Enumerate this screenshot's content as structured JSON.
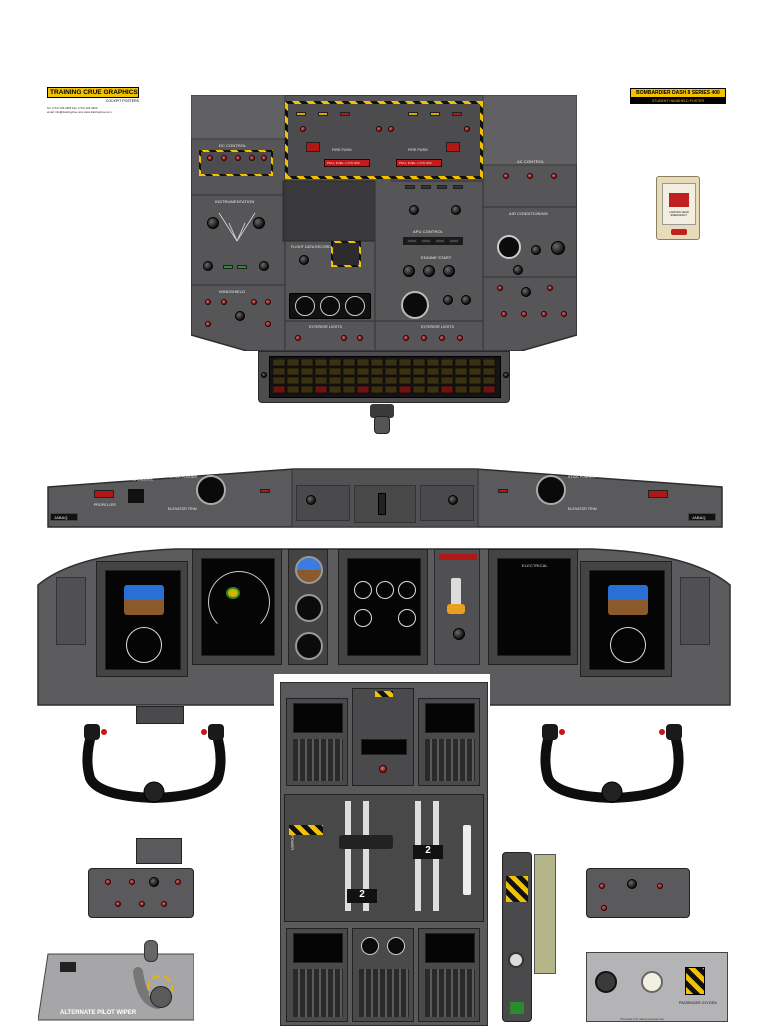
{
  "logo": {
    "name": "TRAINING CRUE GRAPHICS",
    "tagline": "COCKPIT POSTERS",
    "contact_1": "Tel: (714) 123-4456   Fax: (714) 123-4460",
    "contact_2": "email: info@trainingcrue.com   www.trainingcrue.com"
  },
  "header": {
    "title": "BOMBARDIER DASH 8 SERIES 400",
    "subtitle": "STUDENT HANDHELD POSTER"
  },
  "overhead": {
    "dc_control": "DC CONTROL",
    "ac_control": "AC CONTROL",
    "instrumentation": "INSTRUMENTATION",
    "windshield": "WINDSHIELD",
    "fire_a": "FIRE PUSH",
    "fire_b": "FIRE PUSH",
    "pull_fuel_1": "PULL FUEL / HYD OFF",
    "pull_fuel_2": "PULL FUEL / HYD OFF",
    "apu_control": "APU CONTROL",
    "engine_start": "ENGINE START",
    "air_conditioning": "AIR CONDITIONING",
    "exterior_lights": "EXTERIOR LIGHTS",
    "flight_data": "FLIGHT DATA RECORDER"
  },
  "glareshield": {
    "left_tag": "JABAQ",
    "right_tag": "JABAQ",
    "spoilers": "SPOILERS",
    "stick_pusher_l": "STICK PUSHER",
    "stick_pusher_r": "STICK PUSHER",
    "elevator_trim_l": "ELEVATOR TRIM",
    "elevator_trim_r": "ELEVATOR TRIM",
    "propeller": "PROPELLER"
  },
  "displays": {
    "electrical_title": "ELECTRICAL"
  },
  "console": {
    "pedestal_label": "POWER",
    "lever_marker_1": "2",
    "lever_marker_2": "2"
  },
  "bottom_left": {
    "wiper_label": "ALTERNATE PILOT WIPER"
  },
  "bottom_right": {
    "label": "PASSENGER OXYGEN"
  },
  "emergency_box": {
    "label": "LANDING GEAR EMERGENCY"
  },
  "footnote": "This poster is for training purposes only."
}
